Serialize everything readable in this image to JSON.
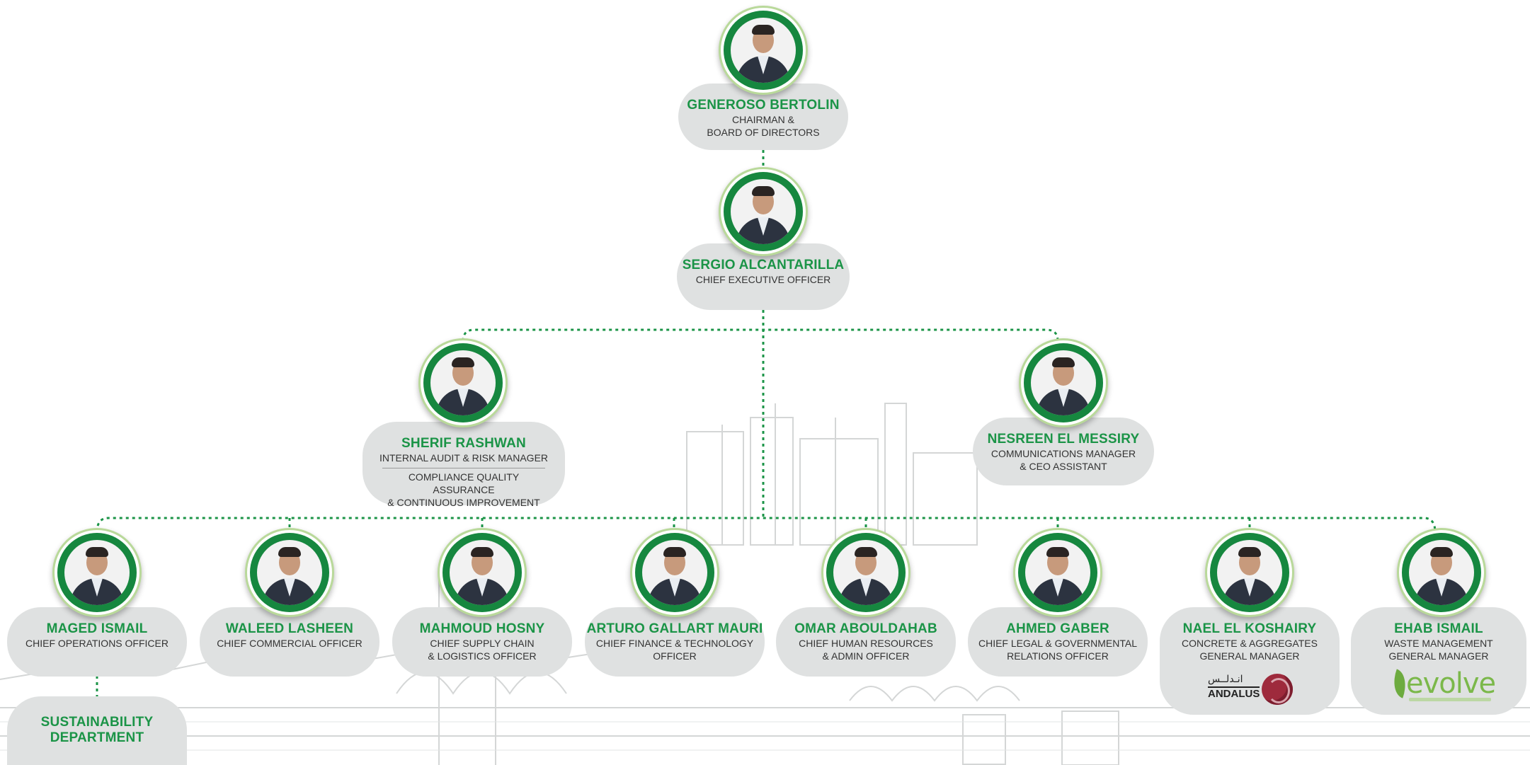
{
  "colors": {
    "accent_green": "#1b9447",
    "ring_green": "#16873f",
    "card_gray": "#dfe1e1",
    "connector": "#1b9447"
  },
  "chairman": {
    "name": "GENEROSO BERTOLIN",
    "role": "CHAIRMAN &\nBOARD OF DIRECTORS"
  },
  "ceo": {
    "name": "SERGIO ALCANTARILLA",
    "role": "CHIEF EXECUTIVE OFFICER"
  },
  "advisors": [
    {
      "name": "SHERIF RASHWAN",
      "role": "INTERNAL AUDIT & RISK MANAGER",
      "role2": "COMPLIANCE QUALITY ASSURANCE\n& CONTINUOUS IMPROVEMENT"
    },
    {
      "name": "NESREEN EL MESSIRY",
      "role": "COMMUNICATIONS MANAGER\n& CEO ASSISTANT"
    }
  ],
  "executives": [
    {
      "name": "MAGED ISMAIL",
      "role": "CHIEF OPERATIONS OFFICER"
    },
    {
      "name": "WALEED LASHEEN",
      "role": "CHIEF COMMERCIAL OFFICER"
    },
    {
      "name": "MAHMOUD HOSNY",
      "role": "CHIEF SUPPLY CHAIN\n& LOGISTICS OFFICER"
    },
    {
      "name": "ARTURO GALLART MAURI",
      "role": "CHIEF FINANCE & TECHNOLOGY\nOFFICER"
    },
    {
      "name": "OMAR ABOULDAHAB",
      "role": "CHIEF HUMAN RESOURCES\n& ADMIN OFFICER"
    },
    {
      "name": "AHMED GABER",
      "role": "CHIEF LEGAL & GOVERNMENTAL\nRELATIONS OFFICER"
    },
    {
      "name": "NAEL EL KOSHAIRY",
      "role": "CONCRETE & AGGREGATES\nGENERAL MANAGER"
    },
    {
      "name": "EHAB ISMAIL",
      "role": "WASTE MANAGEMENT\nGENERAL MANAGER"
    }
  ],
  "sustainability": {
    "name": "SUSTAINABILITY\nDEPARTMENT"
  },
  "logos": {
    "andalus_ar": "انـدلــس",
    "andalus_en": "ANDALUS",
    "evolve": "evolve",
    "andalus_icon": "andalus-logo",
    "evolve_icon": "evolve-logo"
  }
}
